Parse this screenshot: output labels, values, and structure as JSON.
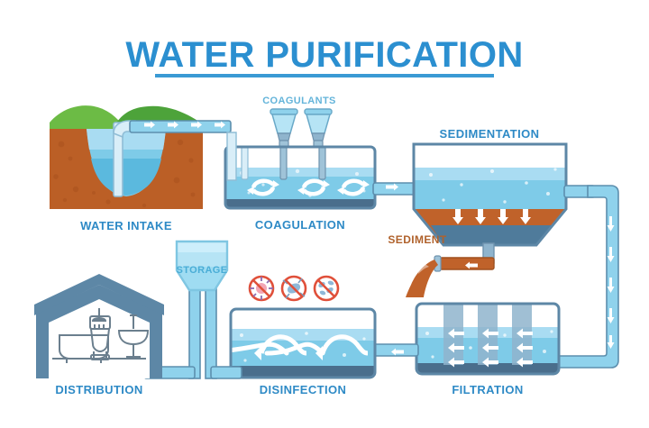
{
  "title": {
    "text": "WATER PURIFICATION",
    "color": "#2b8fd0",
    "underline_color": "#3a9ad4"
  },
  "palette": {
    "label_blue": "#2e8ac6",
    "water_light": "#a9dcf2",
    "water_mid": "#7ecbe8",
    "water_deep": "#5bb9de",
    "tank_border": "#5d87a6",
    "tank_base_dark": "#4a6e8c",
    "pipe_blue": "#7ec9e7",
    "pipe_border": "#5d8fae",
    "soil_brown": "#bb5f26",
    "sediment_brown": "#c0622a",
    "grass_green": "#6cbb45",
    "grass_dark": "#4da33a",
    "germ_red": "#e0503a",
    "white": "#ffffff",
    "filter_band": "#8fb4cd",
    "outline_grey": "#6b7f8e"
  },
  "stages": [
    {
      "id": "water-intake",
      "label": "WATER INTAKE",
      "order": 1
    },
    {
      "id": "coagulation",
      "label": "COAGULATION",
      "sub_label": "COAGULANTS",
      "order": 2
    },
    {
      "id": "sedimentation",
      "label": "SEDIMENTATION",
      "sub_label": "SEDIMENT",
      "sub_label_color": "#b0622c",
      "order": 3
    },
    {
      "id": "filtration",
      "label": "FILTRATION",
      "order": 4
    },
    {
      "id": "disinfection",
      "label": "DISINFECTION",
      "order": 5
    },
    {
      "id": "storage",
      "label": "STORAGE",
      "order": 6
    },
    {
      "id": "distribution",
      "label": "DISTRIBUTION",
      "order": 7
    }
  ],
  "labels": {
    "water_intake": "WATER INTAKE",
    "coagulants": "COAGULANTS",
    "coagulation": "COAGULATION",
    "sedimentation": "SEDIMENTATION",
    "sediment": "SEDIMENT",
    "filtration": "FILTRATION",
    "disinfection": "DISINFECTION",
    "storage": "STORAGE",
    "distribution": "DISTRIBUTION"
  },
  "icons": {
    "germ_1": "virus-crossed-out-icon",
    "germ_2": "bacteria-crossed-out-icon",
    "germ_3": "microbe-crossed-out-icon",
    "bathtub": "bathtub-icon",
    "shower": "shower-icon",
    "toilet": "toilet-icon",
    "sink": "sink-icon"
  },
  "counts": {
    "mixers": 3,
    "coagulant_hoppers": 2,
    "sedimentation_arrows": 4,
    "filter_bands": 3,
    "filter_arrows_per_band": 3,
    "disinfection_waves": 2,
    "germ_icons": 3
  }
}
